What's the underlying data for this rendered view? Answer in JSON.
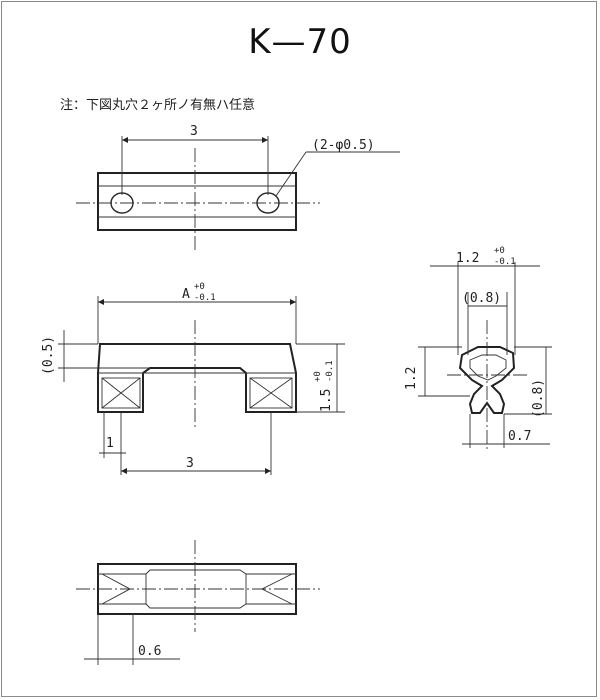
{
  "title": "K—70",
  "note": "注：下図丸穴２ヶ所ノ有無ハ任意",
  "top_view": {
    "width_dim": "3",
    "hole_callout": "(2-φ0.5)"
  },
  "front_view": {
    "length_dim": "A",
    "length_tol_upper": "+0",
    "length_tol_lower": "-0.1",
    "top_dim": "(0.5)",
    "height_dim": "1.5",
    "height_tol_upper": "+0",
    "height_tol_lower": "-0.1",
    "small_dim": "1",
    "pitch_dim": "3"
  },
  "side_view": {
    "width_dim": "1.2",
    "width_tol_upper": "+0",
    "width_tol_lower": "-0.1",
    "inner_dim": "(0.8)",
    "height_dim": "1.2",
    "lower_dim": "(0.8)",
    "base_dim": "0.7"
  },
  "bottom_view": {
    "thickness_dim": "0.6"
  }
}
